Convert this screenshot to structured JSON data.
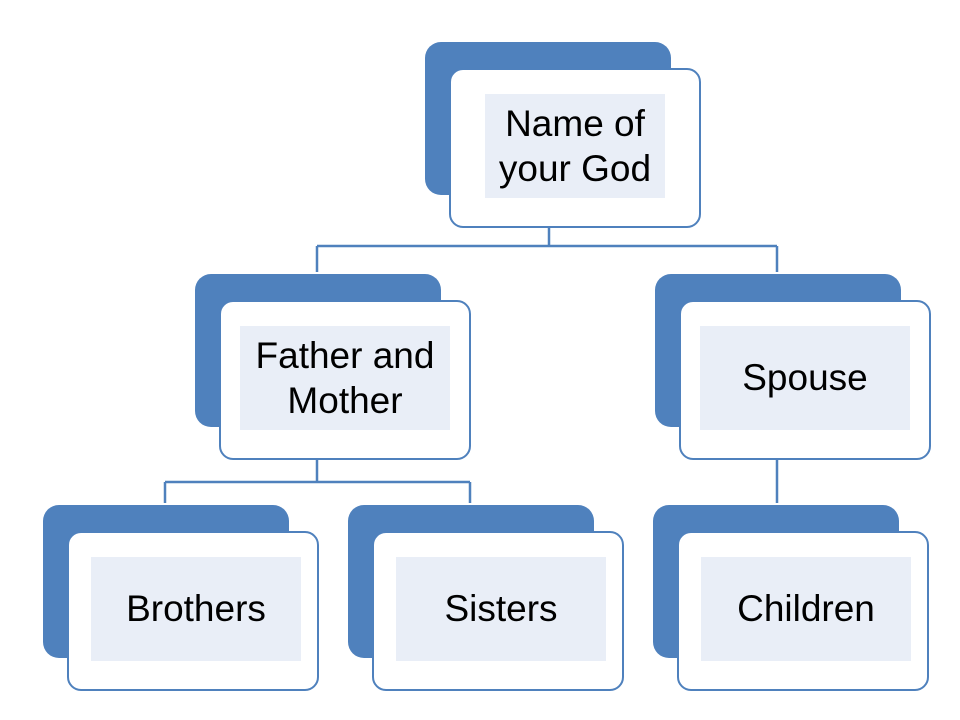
{
  "colors": {
    "back_fill": "#4f81bd",
    "front_fill": "#ffffff",
    "front_border": "#4f81bd",
    "label_fill": "#e9eef7",
    "connector": "#4f81bd"
  },
  "nodes": {
    "root": {
      "label": "Name of your God"
    },
    "parents": {
      "label": "Father and Mother"
    },
    "spouse": {
      "label": "Spouse"
    },
    "brothers": {
      "label": "Brothers"
    },
    "sisters": {
      "label": "Sisters"
    },
    "children": {
      "label": "Children"
    }
  }
}
